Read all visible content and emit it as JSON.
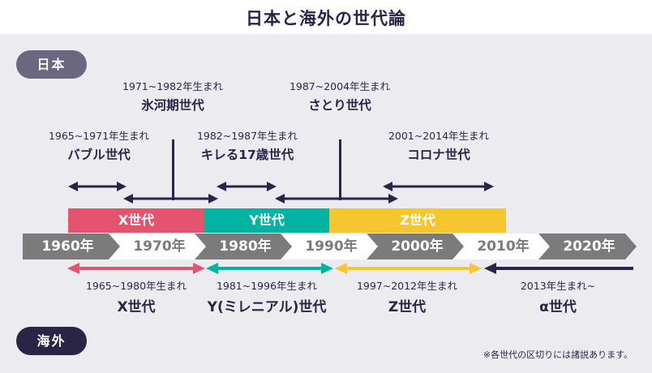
{
  "title": "日本と海外の世代論",
  "badges": {
    "japan": "日本",
    "overseas": "海外"
  },
  "footnote": "※各世代の区切りには諸説あります。",
  "colors": {
    "navy": "#2A2547",
    "pink": "#E4546F",
    "teal": "#02B3A1",
    "yellow": "#F5C62E",
    "timeline_gray": "#7B7B7B",
    "panel_bg": "#ECECF0",
    "japan_badge": "#6B6781"
  },
  "japan_generations": [
    {
      "years": "1965~1971年生まれ",
      "name": "バブル世代"
    },
    {
      "years": "1971~1982年生まれ",
      "name": "氷河期世代"
    },
    {
      "years": "1982~1987年生まれ",
      "name": "キレる17歳世代"
    },
    {
      "years": "1987~2004年生まれ",
      "name": "さとり世代"
    },
    {
      "years": "2001~2014年生まれ",
      "name": "コロナ世代"
    }
  ],
  "generation_bars": [
    {
      "label": "X世代",
      "color": "#E4546F",
      "span": "1965-1980"
    },
    {
      "label": "Y世代",
      "color": "#02B3A1",
      "span": "1981-1996"
    },
    {
      "label": "Z世代",
      "color": "#F5C62E",
      "span": "1997-2012"
    }
  ],
  "timeline": [
    "1960年",
    "1970年",
    "1980年",
    "1990年",
    "2000年",
    "2010年",
    "2020年"
  ],
  "overseas_generations": [
    {
      "years": "1965~1980年生まれ",
      "name": "X世代",
      "color": "#E4546F"
    },
    {
      "years": "1981~1996年生まれ",
      "name": "Y(ミレニアル)世代",
      "color": "#02B3A1"
    },
    {
      "years": "1997~2012年生まれ",
      "name": "Z世代",
      "color": "#F5C62E"
    },
    {
      "years": "2013年生まれ~",
      "name": "α世代",
      "color": "#2A2547"
    }
  ]
}
